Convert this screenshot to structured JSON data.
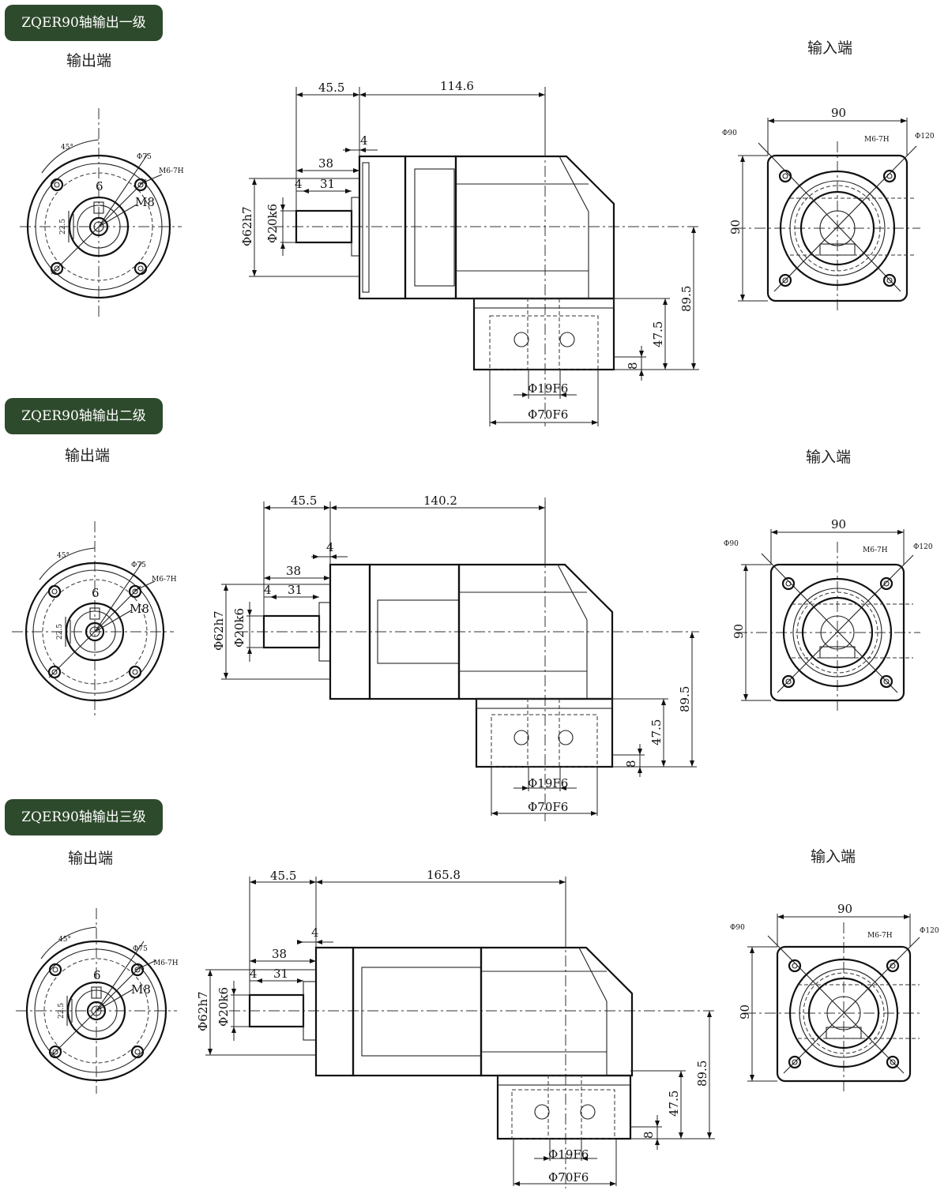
{
  "sections": [
    {
      "title": "ZQER90轴输出一级",
      "output_label": "输出端",
      "input_label": "输入端",
      "front": {
        "angle": "45°",
        "bolt_circle": "Φ75",
        "thread_spec": "M6-7H",
        "key_width": "6",
        "thread": "M8",
        "center_dim": "22.5"
      },
      "side": {
        "flange_length": "45.5",
        "body_length": "114.6",
        "flange_thickness": "4",
        "shaft_length": "38",
        "key_offset": "4",
        "key_length": "31",
        "flange_dia": "Φ62h7",
        "shaft_dia": "Φ20k6",
        "center_height": "89.5",
        "base_height": "47.5",
        "base_thickness": "8",
        "input_bore": "Φ19F6",
        "input_spigot": "Φ70F6"
      },
      "input": {
        "width": "90",
        "height": "90",
        "bolt_dia": "Φ90",
        "thread_spec": "M6-7H",
        "outer_dia": "Φ120"
      }
    },
    {
      "title": "ZQER90轴输出二级",
      "output_label": "输出端",
      "input_label": "输入端",
      "front": {
        "angle": "45°",
        "bolt_circle": "Φ75",
        "thread_spec": "M6-7H",
        "key_width": "6",
        "thread": "M8",
        "center_dim": "22.5"
      },
      "side": {
        "flange_length": "45.5",
        "body_length": "140.2",
        "flange_thickness": "4",
        "shaft_length": "38",
        "key_offset": "4",
        "key_length": "31",
        "flange_dia": "Φ62h7",
        "shaft_dia": "Φ20k6",
        "center_height": "89.5",
        "base_height": "47.5",
        "base_thickness": "8",
        "input_bore": "Φ19F6",
        "input_spigot": "Φ70F6"
      },
      "input": {
        "width": "90",
        "height": "90",
        "bolt_dia": "Φ90",
        "thread_spec": "M6-7H",
        "outer_dia": "Φ120"
      }
    },
    {
      "title": "ZQER90轴输出三级",
      "output_label": "输出端",
      "input_label": "输入端",
      "front": {
        "angle": "45°",
        "bolt_circle": "Φ75",
        "thread_spec": "M6-7H",
        "key_width": "6",
        "thread": "M8",
        "center_dim": "22.5"
      },
      "side": {
        "flange_length": "45.5",
        "body_length": "165.8",
        "flange_thickness": "4",
        "shaft_length": "38",
        "key_offset": "4",
        "key_length": "31",
        "flange_dia": "Φ62h7",
        "shaft_dia": "Φ20k6",
        "center_height": "89.5",
        "base_height": "47.5",
        "base_thickness": "8",
        "input_bore": "Φ19F6",
        "input_spigot": "Φ70F6"
      },
      "input": {
        "width": "90",
        "height": "90",
        "bolt_dia": "Φ90",
        "thread_spec": "M6-7H",
        "outer_dia": "Φ120"
      }
    }
  ]
}
